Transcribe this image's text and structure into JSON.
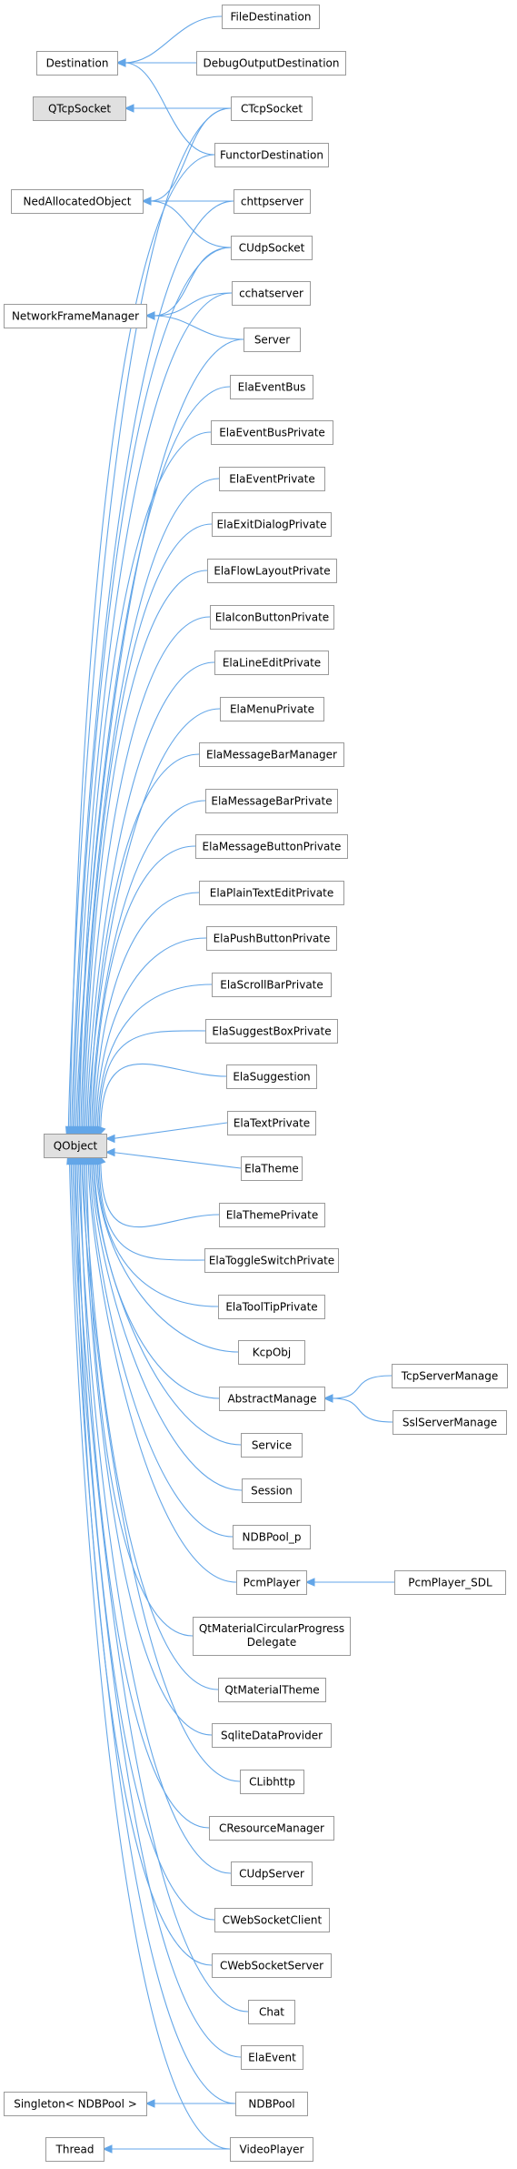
{
  "colors": {
    "edge": "#63a6e8",
    "node_border": "#9a9a9a",
    "node_fill": "#ffffff",
    "highlight_fill": "#e0e0e0",
    "background": "#ffffff"
  },
  "nodes": {
    "n1": {
      "label": "FileDestination"
    },
    "n2": {
      "label": "Destination"
    },
    "n3": {
      "label": "DebugOutputDestination"
    },
    "n4": {
      "label": "QTcpSocket",
      "highlight": true
    },
    "n5": {
      "label": "CTcpSocket"
    },
    "n6": {
      "label": "FunctorDestination"
    },
    "n7": {
      "label": "NedAllocatedObject"
    },
    "n8": {
      "label": "chttpserver"
    },
    "n9": {
      "label": "CUdpSocket"
    },
    "n10": {
      "label": "NetworkFrameManager"
    },
    "n11": {
      "label": "cchatserver"
    },
    "n12": {
      "label": "Server"
    },
    "n13": {
      "label": "ElaEventBus"
    },
    "n14": {
      "label": "ElaEventBusPrivate"
    },
    "n15": {
      "label": "ElaEventPrivate"
    },
    "n16": {
      "label": "ElaExitDialogPrivate"
    },
    "n17": {
      "label": "ElaFlowLayoutPrivate"
    },
    "n18": {
      "label": "ElaIconButtonPrivate"
    },
    "n19": {
      "label": "ElaLineEditPrivate"
    },
    "n20": {
      "label": "ElaMenuPrivate"
    },
    "n21": {
      "label": "ElaMessageBarManager"
    },
    "n22": {
      "label": "ElaMessageBarPrivate"
    },
    "n23": {
      "label": "ElaMessageButtonPrivate"
    },
    "n24": {
      "label": "ElaPlainTextEditPrivate"
    },
    "n25": {
      "label": "ElaPushButtonPrivate"
    },
    "n26": {
      "label": "ElaScrollBarPrivate"
    },
    "n27": {
      "label": "ElaSuggestBoxPrivate"
    },
    "n28": {
      "label": "ElaSuggestion"
    },
    "n29": {
      "label": "ElaTextPrivate"
    },
    "n30": {
      "label": "QObject",
      "highlight": true
    },
    "n31": {
      "label": "ElaTheme"
    },
    "n32": {
      "label": "ElaThemePrivate"
    },
    "n33": {
      "label": "ElaToggleSwitchPrivate"
    },
    "n34": {
      "label": "ElaToolTipPrivate"
    },
    "n35": {
      "label": "KcpObj"
    },
    "n36": {
      "label": "AbstractManage"
    },
    "n37": {
      "label": "TcpServerManage"
    },
    "n38": {
      "label": "SslServerManage"
    },
    "n39": {
      "label": "Service"
    },
    "n40": {
      "label": "Session"
    },
    "n41": {
      "label": "NDBPool_p"
    },
    "n42": {
      "label": "PcmPlayer"
    },
    "n43": {
      "label": "PcmPlayer_SDL"
    },
    "n44": {
      "label": "QtMaterialCircularProgress",
      "label2": "Delegate"
    },
    "n45": {
      "label": "QtMaterialTheme"
    },
    "n46": {
      "label": "SqliteDataProvider"
    },
    "n47": {
      "label": "CLibhttp"
    },
    "n48": {
      "label": "CResourceManager"
    },
    "n49": {
      "label": "CUdpServer"
    },
    "n50": {
      "label": "CWebSocketClient"
    },
    "n51": {
      "label": "CWebSocketServer"
    },
    "n52": {
      "label": "Chat"
    },
    "n53": {
      "label": "ElaEvent"
    },
    "n54": {
      "label": "Singleton< NDBPool >"
    },
    "n55": {
      "label": "NDBPool"
    },
    "n56": {
      "label": "Thread"
    },
    "n57": {
      "label": "VideoPlayer"
    }
  },
  "edges": [
    {
      "from": "n1",
      "to": "n2"
    },
    {
      "from": "n3",
      "to": "n2"
    },
    {
      "from": "n6",
      "to": "n2"
    },
    {
      "from": "n5",
      "to": "n4"
    },
    {
      "from": "n5",
      "to": "n7"
    },
    {
      "from": "n8",
      "to": "n7"
    },
    {
      "from": "n9",
      "to": "n7"
    },
    {
      "from": "n11",
      "to": "n10"
    },
    {
      "from": "n12",
      "to": "n10"
    },
    {
      "from": "n9",
      "to": "n10"
    },
    {
      "from": "n5",
      "to": "n30"
    },
    {
      "from": "n6",
      "to": "n30"
    },
    {
      "from": "n8",
      "to": "n30"
    },
    {
      "from": "n9",
      "to": "n30"
    },
    {
      "from": "n11",
      "to": "n30"
    },
    {
      "from": "n12",
      "to": "n30"
    },
    {
      "from": "n13",
      "to": "n30"
    },
    {
      "from": "n14",
      "to": "n30"
    },
    {
      "from": "n15",
      "to": "n30"
    },
    {
      "from": "n16",
      "to": "n30"
    },
    {
      "from": "n17",
      "to": "n30"
    },
    {
      "from": "n18",
      "to": "n30"
    },
    {
      "from": "n19",
      "to": "n30"
    },
    {
      "from": "n20",
      "to": "n30"
    },
    {
      "from": "n21",
      "to": "n30"
    },
    {
      "from": "n22",
      "to": "n30"
    },
    {
      "from": "n23",
      "to": "n30"
    },
    {
      "from": "n24",
      "to": "n30"
    },
    {
      "from": "n25",
      "to": "n30"
    },
    {
      "from": "n26",
      "to": "n30"
    },
    {
      "from": "n27",
      "to": "n30"
    },
    {
      "from": "n28",
      "to": "n30"
    },
    {
      "from": "n29",
      "to": "n30"
    },
    {
      "from": "n31",
      "to": "n30"
    },
    {
      "from": "n32",
      "to": "n30"
    },
    {
      "from": "n33",
      "to": "n30"
    },
    {
      "from": "n34",
      "to": "n30"
    },
    {
      "from": "n35",
      "to": "n30"
    },
    {
      "from": "n36",
      "to": "n30"
    },
    {
      "from": "n37",
      "to": "n36"
    },
    {
      "from": "n38",
      "to": "n36"
    },
    {
      "from": "n39",
      "to": "n30"
    },
    {
      "from": "n40",
      "to": "n30"
    },
    {
      "from": "n41",
      "to": "n30"
    },
    {
      "from": "n42",
      "to": "n30"
    },
    {
      "from": "n43",
      "to": "n42"
    },
    {
      "from": "n44",
      "to": "n30"
    },
    {
      "from": "n45",
      "to": "n30"
    },
    {
      "from": "n46",
      "to": "n30"
    },
    {
      "from": "n47",
      "to": "n30"
    },
    {
      "from": "n48",
      "to": "n30"
    },
    {
      "from": "n49",
      "to": "n30"
    },
    {
      "from": "n50",
      "to": "n30"
    },
    {
      "from": "n51",
      "to": "n30"
    },
    {
      "from": "n52",
      "to": "n30"
    },
    {
      "from": "n53",
      "to": "n30"
    },
    {
      "from": "n55",
      "to": "n30"
    },
    {
      "from": "n55",
      "to": "n54"
    },
    {
      "from": "n57",
      "to": "n30"
    },
    {
      "from": "n57",
      "to": "n56"
    }
  ]
}
